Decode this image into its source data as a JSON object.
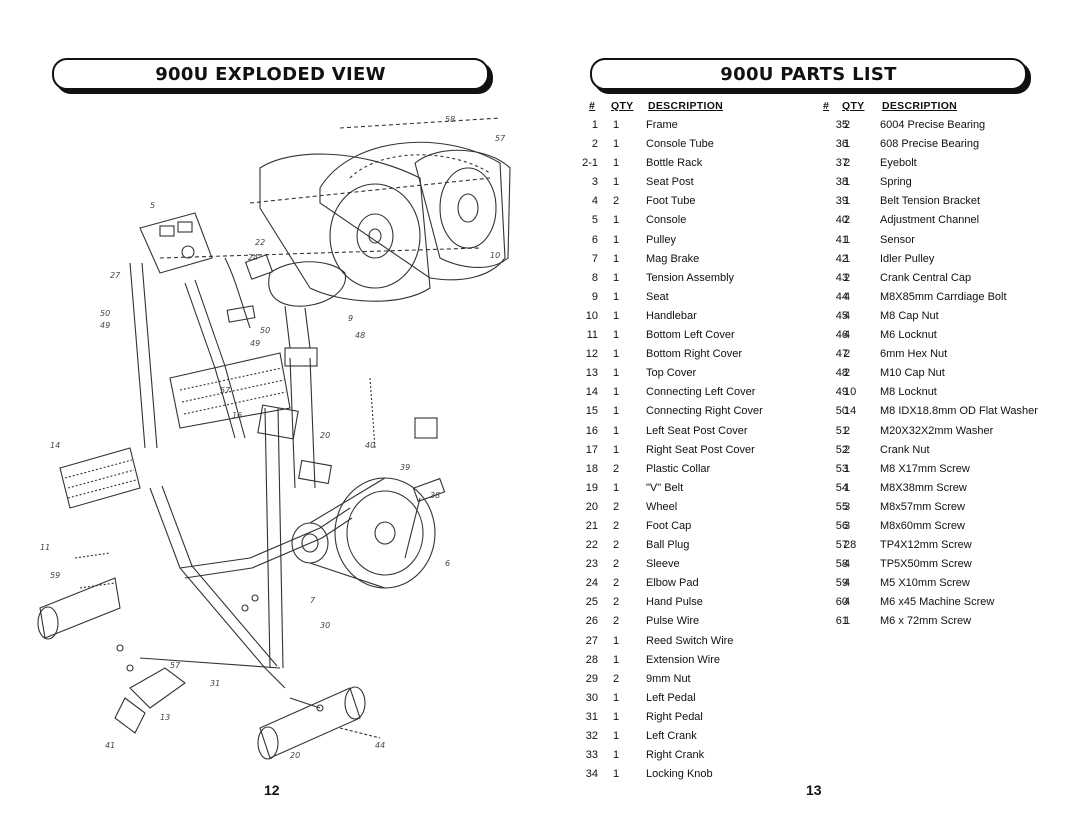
{
  "left_page": {
    "title": "900U EXPLODED VIEW",
    "page_number": "12"
  },
  "right_page": {
    "title": "900U PARTS LIST",
    "page_number": "13",
    "headers": {
      "num": "#",
      "qty": "QTY",
      "description": "DESCRIPTION"
    },
    "parts_left": [
      {
        "num": "1",
        "qty": "1",
        "desc": "Frame"
      },
      {
        "num": "2",
        "qty": "1",
        "desc": "Console Tube"
      },
      {
        "num": "2-1",
        "qty": "1",
        "desc": "Bottle Rack"
      },
      {
        "num": "3",
        "qty": "1",
        "desc": "Seat  Post"
      },
      {
        "num": "4",
        "qty": "2",
        "desc": "Foot  Tube"
      },
      {
        "num": "5",
        "qty": "1",
        "desc": "Console"
      },
      {
        "num": "6",
        "qty": "1",
        "desc": "Pulley"
      },
      {
        "num": "7",
        "qty": "1",
        "desc": "Mag Brake"
      },
      {
        "num": "8",
        "qty": "1",
        "desc": "Tension  Assembly"
      },
      {
        "num": "9",
        "qty": "1",
        "desc": "Seat"
      },
      {
        "num": "10",
        "qty": "1",
        "desc": "Handlebar"
      },
      {
        "num": "11",
        "qty": "1",
        "desc": "Bottom  Left  Cover"
      },
      {
        "num": "12",
        "qty": "1",
        "desc": "Bottom  Right  Cover"
      },
      {
        "num": "13",
        "qty": "1",
        "desc": "Top   Cover"
      },
      {
        "num": "14",
        "qty": "1",
        "desc": "Connecting Left Cover"
      },
      {
        "num": "15",
        "qty": "1",
        "desc": "Connecting Right Cover"
      },
      {
        "num": "16",
        "qty": "1",
        "desc": "Left Seat Post Cover"
      },
      {
        "num": "17",
        "qty": "1",
        "desc": "Right Seat Post Cover"
      },
      {
        "num": "18",
        "qty": "2",
        "desc": "Plastic Collar"
      },
      {
        "num": "19",
        "qty": "1",
        "desc": "\"V\"  Belt"
      },
      {
        "num": "20",
        "qty": "2",
        "desc": "Wheel"
      },
      {
        "num": "21",
        "qty": "2",
        "desc": "Foot Cap"
      },
      {
        "num": "22",
        "qty": "2",
        "desc": "Ball Plug"
      },
      {
        "num": "23",
        "qty": "2",
        "desc": "Sleeve"
      },
      {
        "num": "24",
        "qty": "2",
        "desc": "Elbow Pad"
      },
      {
        "num": "25",
        "qty": "2",
        "desc": "Hand Pulse"
      },
      {
        "num": "26",
        "qty": "2",
        "desc": "Pulse Wire"
      },
      {
        "num": "27",
        "qty": "1",
        "desc": "Reed Switch  Wire"
      },
      {
        "num": "28",
        "qty": "1",
        "desc": "Extension  Wire"
      },
      {
        "num": "29",
        "qty": "2",
        "desc": "9mm Nut"
      },
      {
        "num": "30",
        "qty": "1",
        "desc": "Left Pedal"
      },
      {
        "num": "31",
        "qty": "1",
        "desc": "Right  Pedal"
      },
      {
        "num": "32",
        "qty": "1",
        "desc": "Left  Crank"
      },
      {
        "num": "33",
        "qty": "1",
        "desc": "Right  Crank"
      },
      {
        "num": "34",
        "qty": "1",
        "desc": "Locking  Knob"
      }
    ],
    "parts_right": [
      {
        "num": "35",
        "qty": "2",
        "desc": "6004 Precise Bearing"
      },
      {
        "num": "36",
        "qty": "1",
        "desc": "608 Precise Bearing"
      },
      {
        "num": "37",
        "qty": "2",
        "desc": "Eyebolt"
      },
      {
        "num": "38",
        "qty": "1",
        "desc": "Spring"
      },
      {
        "num": "39",
        "qty": "1",
        "desc": "Belt Tension Bracket"
      },
      {
        "num": "40",
        "qty": "2",
        "desc": "Adjustment Channel"
      },
      {
        "num": "41",
        "qty": "1",
        "desc": "Sensor"
      },
      {
        "num": "42",
        "qty": "1",
        "desc": "Idler Pulley"
      },
      {
        "num": "43",
        "qty": "2",
        "desc": "Crank Central Cap"
      },
      {
        "num": "44",
        "qty": "4",
        "desc": "M8X85mm Carrdiage Bolt"
      },
      {
        "num": "45",
        "qty": "4",
        "desc": "M8 Cap Nut"
      },
      {
        "num": "46",
        "qty": "4",
        "desc": "M6 Locknut"
      },
      {
        "num": "47",
        "qty": "2",
        "desc": "6mm Hex Nut"
      },
      {
        "num": "48",
        "qty": "2",
        "desc": "M10 Cap Nut"
      },
      {
        "num": "49",
        "qty": "10",
        "desc": "M8 Locknut"
      },
      {
        "num": "50",
        "qty": "14",
        "desc": "M8 IDX18.8mm OD Flat Washer"
      },
      {
        "num": "51",
        "qty": "2",
        "desc": "M20X32X2mm Washer"
      },
      {
        "num": "52",
        "qty": "2",
        "desc": "Crank Nut"
      },
      {
        "num": "53",
        "qty": "1",
        "desc": "M8 X17mm Screw"
      },
      {
        "num": "54",
        "qty": "1",
        "desc": "M8X38mm Screw"
      },
      {
        "num": "55",
        "qty": "3",
        "desc": "M8x57mm Screw"
      },
      {
        "num": "56",
        "qty": "3",
        "desc": "M8x60mm Screw"
      },
      {
        "num": "57",
        "qty": "28",
        "desc": "TP4X12mm Screw"
      },
      {
        "num": "58",
        "qty": "4",
        "desc": "TP5X50mm Screw"
      },
      {
        "num": "59",
        "qty": "4",
        "desc": "M5 X10mm Screw"
      },
      {
        "num": "60",
        "qty": "4",
        "desc": "M6 x45 Machine Screw"
      },
      {
        "num": "61",
        "qty": "1",
        "desc": "M6 x 72mm Screw"
      }
    ]
  }
}
